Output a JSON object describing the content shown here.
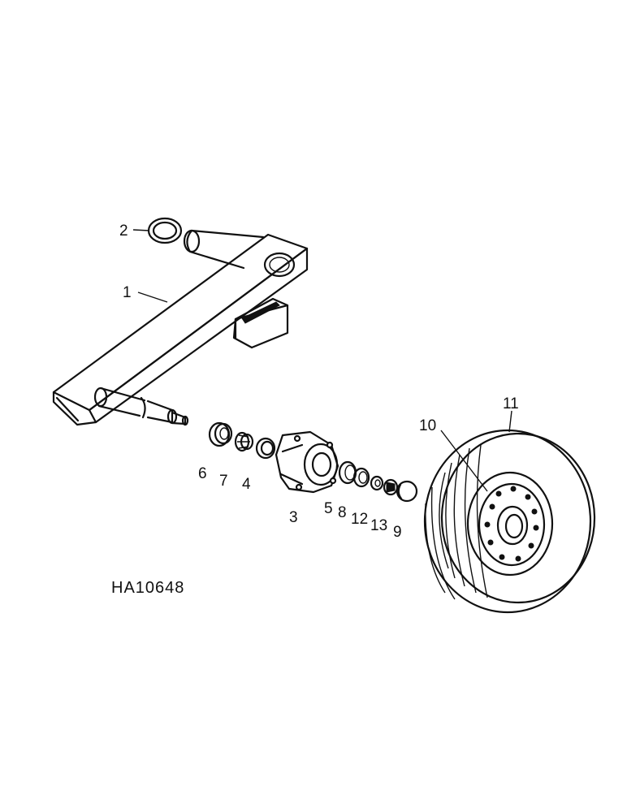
{
  "drawing_id": "HA10648",
  "callouts": [
    {
      "id": "1",
      "label": "1"
    },
    {
      "id": "2",
      "label": "2"
    },
    {
      "id": "3",
      "label": "3"
    },
    {
      "id": "4",
      "label": "4"
    },
    {
      "id": "5",
      "label": "5"
    },
    {
      "id": "6",
      "label": "6"
    },
    {
      "id": "7",
      "label": "7"
    },
    {
      "id": "8",
      "label": "8"
    },
    {
      "id": "9",
      "label": "9"
    },
    {
      "id": "10",
      "label": "10"
    },
    {
      "id": "11",
      "label": "11"
    },
    {
      "id": "12",
      "label": "12"
    },
    {
      "id": "13",
      "label": "13"
    }
  ]
}
